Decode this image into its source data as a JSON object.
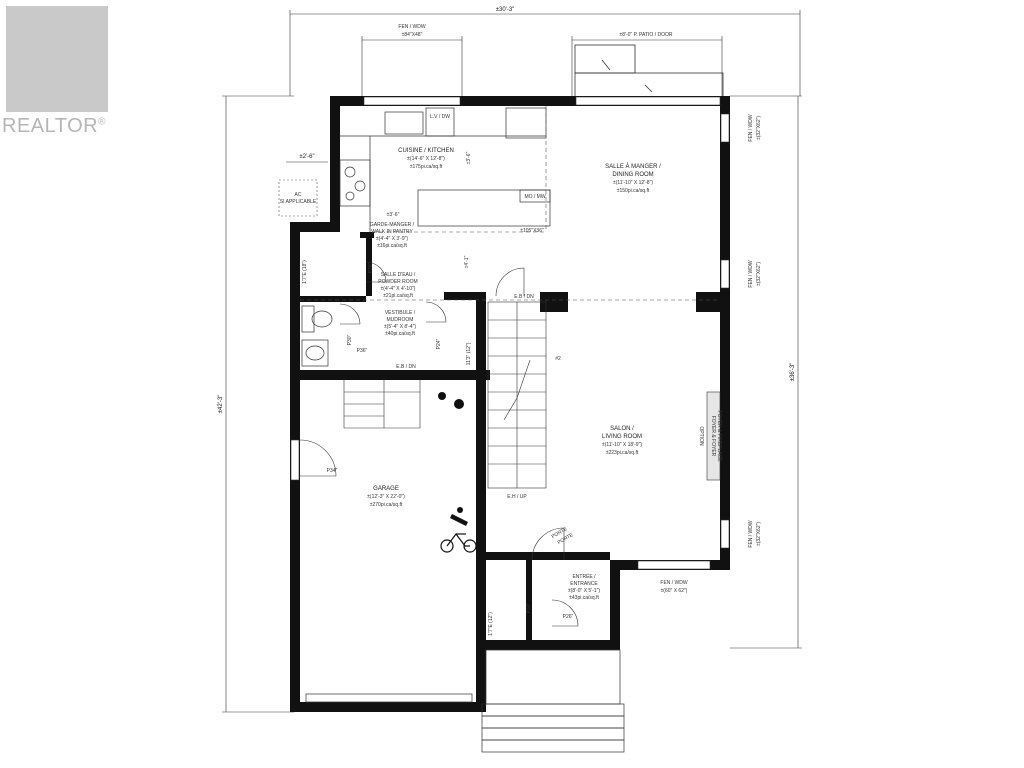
{
  "watermark": {
    "brand": "REALTOR",
    "registered_mark": "®"
  },
  "dimensions": {
    "overall_width": "±30'-3\"",
    "overall_depth": "±42'-3\"",
    "right_depth": "±36'-3\"",
    "left_offset": "±2'-6\"",
    "kitchen_offset": "±3'-6\"",
    "kitchen_vertical": "±3'-6\"",
    "hall_vertical": "±4'-1\""
  },
  "windows": {
    "top_left": {
      "label": "FEN / WDW",
      "size": "±84\"X48\""
    },
    "patio": {
      "label": "±8'-0\" P. PATIO / DOOR"
    },
    "right_1": {
      "label": "FEN / WDW",
      "size": "±(32\"X62\")"
    },
    "right_2": {
      "label": "FEN / WDW",
      "size": "±(32\"X62\")"
    },
    "right_3": {
      "label": "FEN / WDW",
      "size": "±(32\"X62\")"
    },
    "bottom": {
      "label": "FEN / WDW",
      "size": "±(60\" X 62\")"
    }
  },
  "rooms": {
    "kitchen": {
      "name": "CUISINE / KITCHEN",
      "size": "±(14'-6\" X 12'-8\")",
      "area": "±175pi.ca/sq.ft"
    },
    "dining": {
      "name1": "SALLE À MANGER /",
      "name2": "DINING ROOM",
      "size": "±(11'-10\" X 12'-8\")",
      "area": "±150pi.ca/sq.ft"
    },
    "pantry": {
      "name1": "GARDE-MANGER /",
      "name2": "WALK IN PANTRY",
      "size": "±(4'-4\" X 3'-9\")",
      "area": "±16pi.ca/sq.ft"
    },
    "powder": {
      "name1": "SALLE D'EAU /",
      "name2": "POWDER ROOM",
      "size": "±(4'-4\" X 4'-10\")",
      "area": "±21pi.ca/sq.ft"
    },
    "mudroom": {
      "name1": "VESTIBULE /",
      "name2": "MUDROOM",
      "size": "±(5'-4\" X 8'-4\")",
      "area": "±40pi.ca/sq.ft"
    },
    "living": {
      "name1": "SALON /",
      "name2": "LIVING ROOM",
      "size": "±(11'-10\" X 18'-9\")",
      "area": "±223pi.ca/sq.ft"
    },
    "garage": {
      "name": "GARAGE",
      "size": "±(12'-3\" X 22'-0\")",
      "area": "±270pi.ca/sq.ft"
    },
    "entrance": {
      "name1": "ENTRÉE /",
      "name2": "ENTRANCE",
      "size": "±(8'-0\" X 5'-1\")",
      "area": "±43pi.ca/sq.ft"
    }
  },
  "annotations": {
    "ac": "AC",
    "ac_note": "SI APPLICABLE",
    "lv_dw": "L.V / DW",
    "micro": "MO / MW",
    "island": "±105\"X36\"",
    "stairs_down_top": "E.B / DN",
    "stairs_down_mud": "E.B / DN",
    "stairs_up": "E.H / UP",
    "stair_num": "#2",
    "garage_door": "P34\"",
    "fireplace_line1": "FOYER & FOYER",
    "fireplace_line2": "FOYER & FIREPLACE",
    "fireplace_option": "OPTION",
    "porte_line1": "PORTE",
    "porte_line2": "PORTE",
    "door_p30a": "P30\"",
    "door_p30b": "P30\"",
    "door_p30c": "P30\"",
    "door_p24": "P24\"",
    "door_p26": "P26\"",
    "closet_1": "1'7\"E (18\")",
    "closet_2": "11'3\" (12\")",
    "closet_3": "1'7\"E (12\")",
    "door_p36": "P36\""
  },
  "colors": {
    "wall": "#111111",
    "line": "#333333",
    "logo": "#c9c9c9"
  }
}
